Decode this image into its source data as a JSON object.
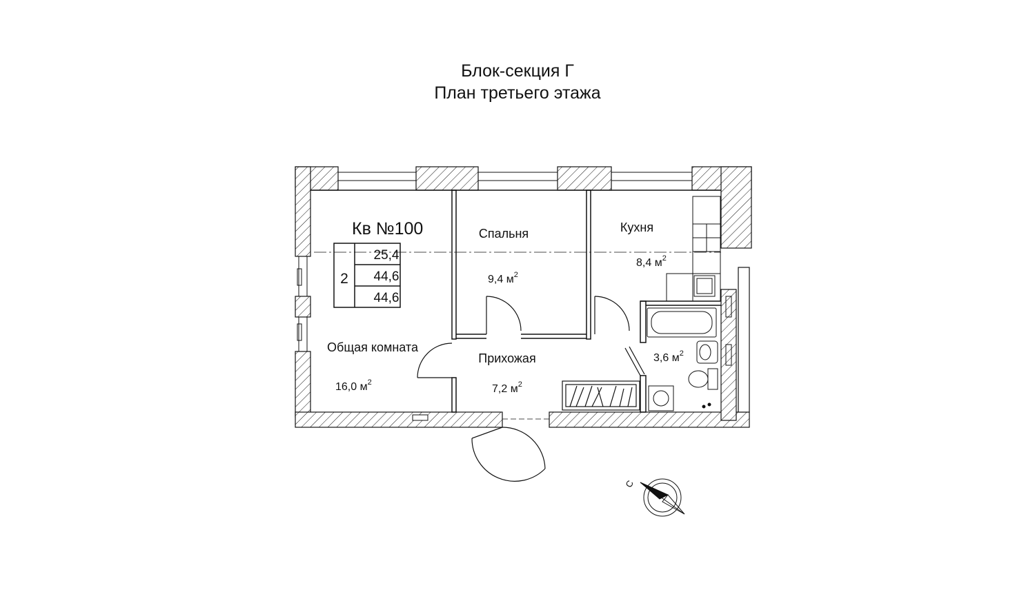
{
  "header": {
    "line1": "Блок-секция Г",
    "line2": "План третьего этажа"
  },
  "apartment": {
    "label": "Кв №100",
    "rooms_count": "2",
    "area_living": "25,4",
    "area_total": "44,6",
    "area_total2": "44,6"
  },
  "rooms": {
    "living_room": {
      "name": "Общая комната",
      "area": "16,0 м",
      "sup": "2"
    },
    "bedroom": {
      "name": "Спальня",
      "area": "9,4 м",
      "sup": "2"
    },
    "kitchen": {
      "name": "Кухня",
      "area": "8,4 м",
      "sup": "2"
    },
    "hallway": {
      "name": "Прихожая",
      "area": "7,2 м",
      "sup": "2"
    },
    "bathroom": {
      "area": "3,6 м",
      "sup": "2"
    }
  },
  "compass": {
    "north_label": "С"
  },
  "colors": {
    "line": "#111111",
    "background": "#ffffff"
  }
}
